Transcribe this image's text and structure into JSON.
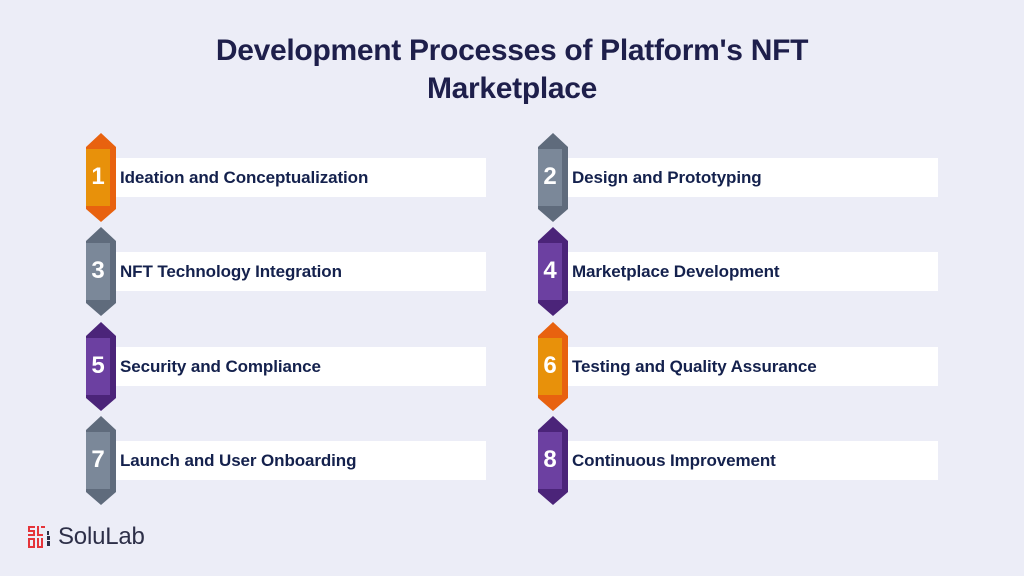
{
  "title": {
    "line1": "Development Processes of Platform's NFT",
    "line2": "Marketplace"
  },
  "colors": {
    "background": "#ecedf7",
    "title": "#1e1f4b",
    "label": "#14214d",
    "orange": {
      "dark": "#e8620f",
      "light": "#e8910a"
    },
    "slate": {
      "dark": "#5f6b7c",
      "light": "#7b8899"
    },
    "purple": {
      "dark": "#4b2479",
      "light": "#6c40a1"
    }
  },
  "steps": [
    {
      "number": "1",
      "label": "Ideation and Conceptualization",
      "color": "orange"
    },
    {
      "number": "2",
      "label": "Design and Prototyping",
      "color": "slate"
    },
    {
      "number": "3",
      "label": "NFT Technology Integration",
      "color": "slate"
    },
    {
      "number": "4",
      "label": "Marketplace Development",
      "color": "purple"
    },
    {
      "number": "5",
      "label": "Security and Compliance",
      "color": "purple"
    },
    {
      "number": "6",
      "label": "Testing and Quality Assurance",
      "color": "orange"
    },
    {
      "number": "7",
      "label": "Launch and User Onboarding",
      "color": "slate"
    },
    {
      "number": "8",
      "label": "Continuous Improvement",
      "color": "purple"
    }
  ],
  "logo": {
    "icon": "solulab-logo-icon",
    "text": "SoluLab",
    "icon_sub": "LAB"
  }
}
